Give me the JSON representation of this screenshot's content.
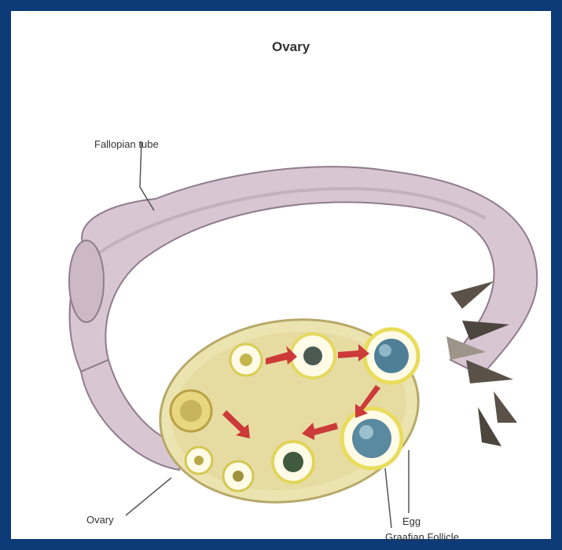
{
  "figure": {
    "title": "Ovary",
    "labels": {
      "fallopian_tube": "Fallopian tube",
      "ovary": "Ovary",
      "egg": "Egg",
      "graafian_follicle": "Graafian Follicle"
    }
  },
  "colors": {
    "frame": "#0d3b78",
    "tube": "#d8c6d2",
    "ovary": "#ece4b0",
    "arrows": "#cc3a3a",
    "follicle": "#f2e96a"
  }
}
